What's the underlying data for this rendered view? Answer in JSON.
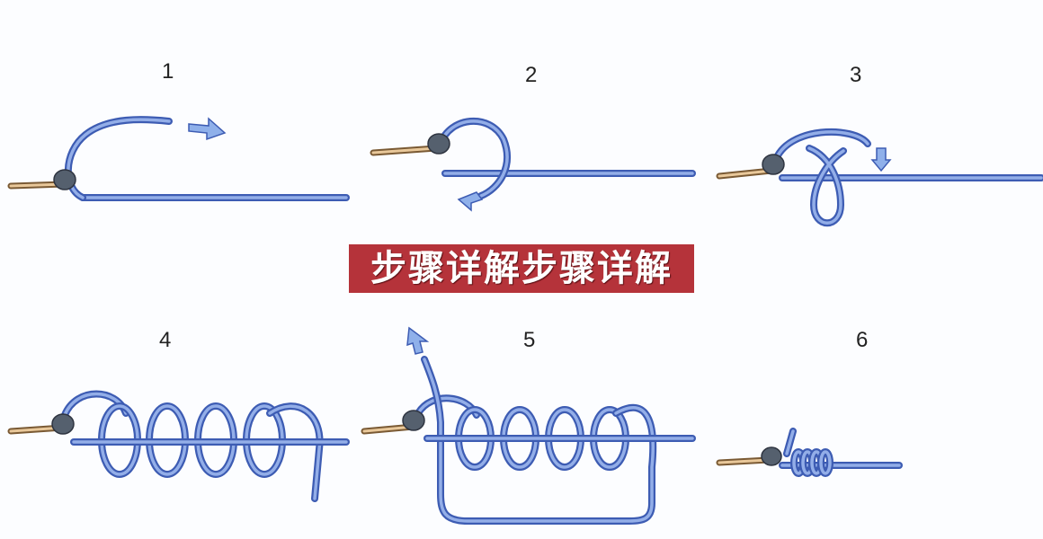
{
  "banner": {
    "text": "步骤详解步骤详解",
    "color": "#b5333a"
  },
  "steps": [
    {
      "label": "1"
    },
    {
      "label": "2"
    },
    {
      "label": "3"
    },
    {
      "label": "4"
    },
    {
      "label": "5"
    },
    {
      "label": "6"
    }
  ],
  "colors": {
    "line": "#3d5cb3",
    "line_highlight": "#93aee8",
    "hook": "#e9c89a"
  }
}
